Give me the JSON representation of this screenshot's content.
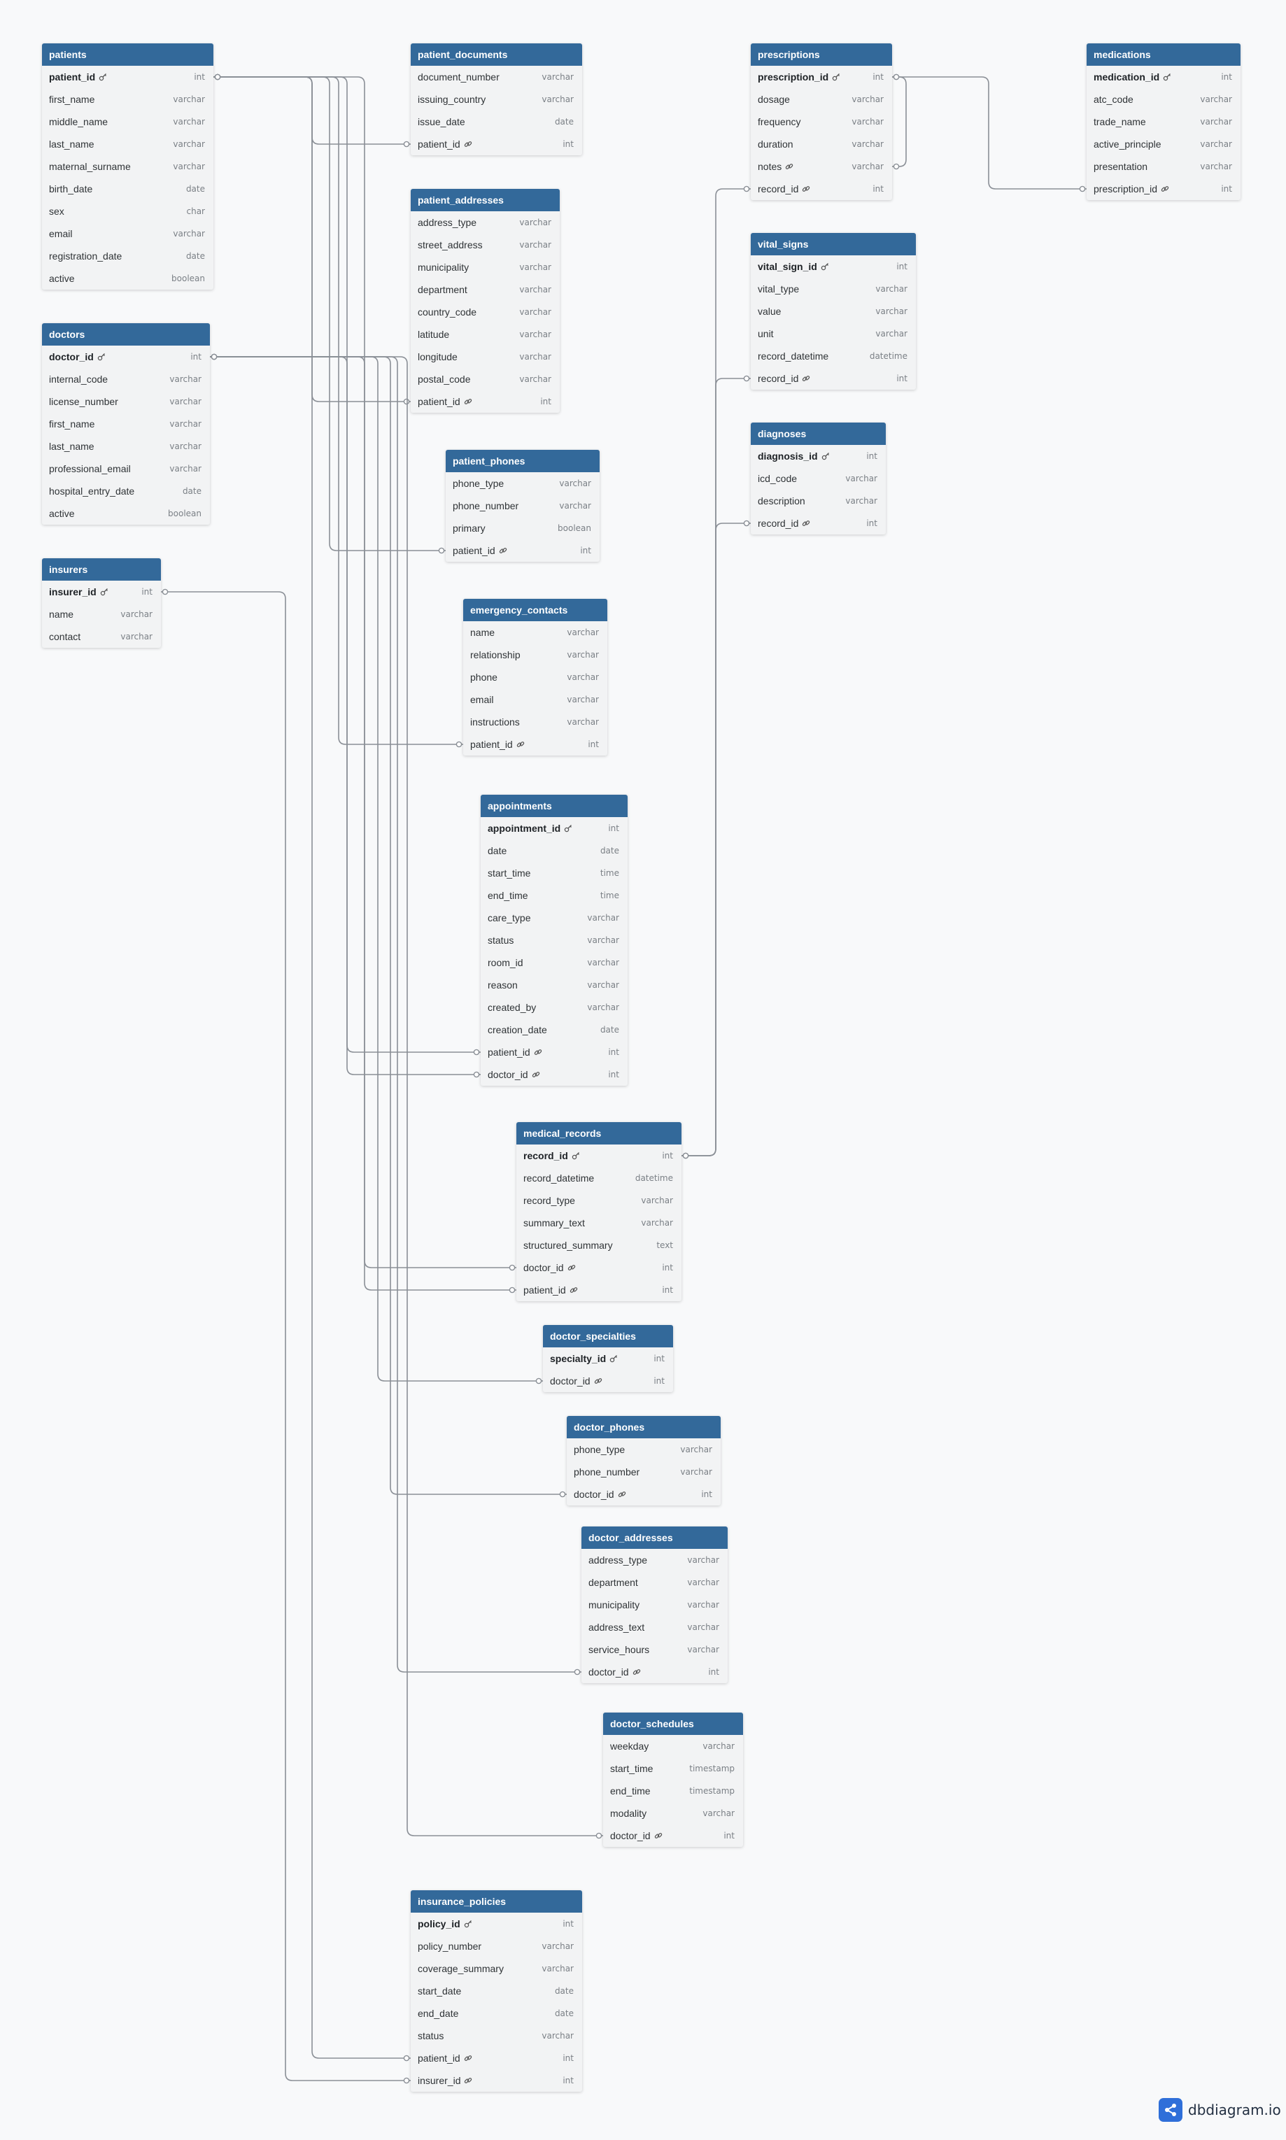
{
  "brand": {
    "label": "dbdiagram.io",
    "icon": "share-nodes-icon"
  },
  "colors": {
    "header": "#33699a",
    "body": "#f2f3f4",
    "connector": "#8a8f96",
    "background": "#f8f9fa"
  },
  "tables": [
    {
      "id": "patients",
      "name": "patients",
      "fields": [
        {
          "name": "patient_id",
          "type": "int",
          "pk": true
        },
        {
          "name": "first_name",
          "type": "varchar"
        },
        {
          "name": "middle_name",
          "type": "varchar"
        },
        {
          "name": "last_name",
          "type": "varchar"
        },
        {
          "name": "maternal_surname",
          "type": "varchar"
        },
        {
          "name": "birth_date",
          "type": "date"
        },
        {
          "name": "sex",
          "type": "char"
        },
        {
          "name": "email",
          "type": "varchar"
        },
        {
          "name": "registration_date",
          "type": "date"
        },
        {
          "name": "active",
          "type": "boolean"
        }
      ]
    },
    {
      "id": "doctors",
      "name": "doctors",
      "fields": [
        {
          "name": "doctor_id",
          "type": "int",
          "pk": true
        },
        {
          "name": "internal_code",
          "type": "varchar"
        },
        {
          "name": "license_number",
          "type": "varchar"
        },
        {
          "name": "first_name",
          "type": "varchar"
        },
        {
          "name": "last_name",
          "type": "varchar"
        },
        {
          "name": "professional_email",
          "type": "varchar"
        },
        {
          "name": "hospital_entry_date",
          "type": "date"
        },
        {
          "name": "active",
          "type": "boolean"
        }
      ]
    },
    {
      "id": "insurers",
      "name": "insurers",
      "fields": [
        {
          "name": "insurer_id",
          "type": "int",
          "pk": true
        },
        {
          "name": "name",
          "type": "varchar"
        },
        {
          "name": "contact",
          "type": "varchar"
        }
      ]
    },
    {
      "id": "patient_documents",
      "name": "patient_documents",
      "fields": [
        {
          "name": "document_number",
          "type": "varchar"
        },
        {
          "name": "issuing_country",
          "type": "varchar"
        },
        {
          "name": "issue_date",
          "type": "date"
        },
        {
          "name": "patient_id",
          "type": "int",
          "fk": true
        }
      ]
    },
    {
      "id": "patient_addresses",
      "name": "patient_addresses",
      "fields": [
        {
          "name": "address_type",
          "type": "varchar"
        },
        {
          "name": "street_address",
          "type": "varchar"
        },
        {
          "name": "municipality",
          "type": "varchar"
        },
        {
          "name": "department",
          "type": "varchar"
        },
        {
          "name": "country_code",
          "type": "varchar"
        },
        {
          "name": "latitude",
          "type": "varchar"
        },
        {
          "name": "longitude",
          "type": "varchar"
        },
        {
          "name": "postal_code",
          "type": "varchar"
        },
        {
          "name": "patient_id",
          "type": "int",
          "fk": true
        }
      ]
    },
    {
      "id": "patient_phones",
      "name": "patient_phones",
      "fields": [
        {
          "name": "phone_type",
          "type": "varchar"
        },
        {
          "name": "phone_number",
          "type": "varchar"
        },
        {
          "name": "primary",
          "type": "boolean"
        },
        {
          "name": "patient_id",
          "type": "int",
          "fk": true
        }
      ]
    },
    {
      "id": "emergency_contacts",
      "name": "emergency_contacts",
      "fields": [
        {
          "name": "name",
          "type": "varchar"
        },
        {
          "name": "relationship",
          "type": "varchar"
        },
        {
          "name": "phone",
          "type": "varchar"
        },
        {
          "name": "email",
          "type": "varchar"
        },
        {
          "name": "instructions",
          "type": "varchar"
        },
        {
          "name": "patient_id",
          "type": "int",
          "fk": true
        }
      ]
    },
    {
      "id": "appointments",
      "name": "appointments",
      "fields": [
        {
          "name": "appointment_id",
          "type": "int",
          "pk": true
        },
        {
          "name": "date",
          "type": "date"
        },
        {
          "name": "start_time",
          "type": "time"
        },
        {
          "name": "end_time",
          "type": "time"
        },
        {
          "name": "care_type",
          "type": "varchar"
        },
        {
          "name": "status",
          "type": "varchar"
        },
        {
          "name": "room_id",
          "type": "varchar"
        },
        {
          "name": "reason",
          "type": "varchar"
        },
        {
          "name": "created_by",
          "type": "varchar"
        },
        {
          "name": "creation_date",
          "type": "date"
        },
        {
          "name": "patient_id",
          "type": "int",
          "fk": true
        },
        {
          "name": "doctor_id",
          "type": "int",
          "fk": true
        }
      ]
    },
    {
      "id": "medical_records",
      "name": "medical_records",
      "fields": [
        {
          "name": "record_id",
          "type": "int",
          "pk": true
        },
        {
          "name": "record_datetime",
          "type": "datetime"
        },
        {
          "name": "record_type",
          "type": "varchar"
        },
        {
          "name": "summary_text",
          "type": "varchar"
        },
        {
          "name": "structured_summary",
          "type": "text"
        },
        {
          "name": "doctor_id",
          "type": "int",
          "fk": true
        },
        {
          "name": "patient_id",
          "type": "int",
          "fk": true
        }
      ]
    },
    {
      "id": "doctor_specialties",
      "name": "doctor_specialties",
      "fields": [
        {
          "name": "specialty_id",
          "type": "int",
          "pk": true
        },
        {
          "name": "doctor_id",
          "type": "int",
          "fk": true
        }
      ]
    },
    {
      "id": "doctor_phones",
      "name": "doctor_phones",
      "fields": [
        {
          "name": "phone_type",
          "type": "varchar"
        },
        {
          "name": "phone_number",
          "type": "varchar"
        },
        {
          "name": "doctor_id",
          "type": "int",
          "fk": true
        }
      ]
    },
    {
      "id": "doctor_addresses",
      "name": "doctor_addresses",
      "fields": [
        {
          "name": "address_type",
          "type": "varchar"
        },
        {
          "name": "department",
          "type": "varchar"
        },
        {
          "name": "municipality",
          "type": "varchar"
        },
        {
          "name": "address_text",
          "type": "varchar"
        },
        {
          "name": "service_hours",
          "type": "varchar"
        },
        {
          "name": "doctor_id",
          "type": "int",
          "fk": true
        }
      ]
    },
    {
      "id": "doctor_schedules",
      "name": "doctor_schedules",
      "fields": [
        {
          "name": "weekday",
          "type": "varchar"
        },
        {
          "name": "start_time",
          "type": "timestamp"
        },
        {
          "name": "end_time",
          "type": "timestamp"
        },
        {
          "name": "modality",
          "type": "varchar"
        },
        {
          "name": "doctor_id",
          "type": "int",
          "fk": true
        }
      ]
    },
    {
      "id": "insurance_policies",
      "name": "insurance_policies",
      "fields": [
        {
          "name": "policy_id",
          "type": "int",
          "pk": true
        },
        {
          "name": "policy_number",
          "type": "varchar"
        },
        {
          "name": "coverage_summary",
          "type": "varchar"
        },
        {
          "name": "start_date",
          "type": "date"
        },
        {
          "name": "end_date",
          "type": "date"
        },
        {
          "name": "status",
          "type": "varchar"
        },
        {
          "name": "patient_id",
          "type": "int",
          "fk": true
        },
        {
          "name": "insurer_id",
          "type": "int",
          "fk": true
        }
      ]
    },
    {
      "id": "prescriptions",
      "name": "prescriptions",
      "fields": [
        {
          "name": "prescription_id",
          "type": "int",
          "pk": true
        },
        {
          "name": "dosage",
          "type": "varchar"
        },
        {
          "name": "frequency",
          "type": "varchar"
        },
        {
          "name": "duration",
          "type": "varchar"
        },
        {
          "name": "notes",
          "type": "varchar",
          "fk": true
        },
        {
          "name": "record_id",
          "type": "int",
          "fk": true
        }
      ]
    },
    {
      "id": "vital_signs",
      "name": "vital_signs",
      "fields": [
        {
          "name": "vital_sign_id",
          "type": "int",
          "pk": true
        },
        {
          "name": "vital_type",
          "type": "varchar"
        },
        {
          "name": "value",
          "type": "varchar"
        },
        {
          "name": "unit",
          "type": "varchar"
        },
        {
          "name": "record_datetime",
          "type": "datetime"
        },
        {
          "name": "record_id",
          "type": "int",
          "fk": true
        }
      ]
    },
    {
      "id": "diagnoses",
      "name": "diagnoses",
      "fields": [
        {
          "name": "diagnosis_id",
          "type": "int",
          "pk": true
        },
        {
          "name": "icd_code",
          "type": "varchar"
        },
        {
          "name": "description",
          "type": "varchar"
        },
        {
          "name": "record_id",
          "type": "int",
          "fk": true
        }
      ]
    },
    {
      "id": "medications",
      "name": "medications",
      "fields": [
        {
          "name": "medication_id",
          "type": "int",
          "pk": true
        },
        {
          "name": "atc_code",
          "type": "varchar"
        },
        {
          "name": "trade_name",
          "type": "varchar"
        },
        {
          "name": "active_principle",
          "type": "varchar"
        },
        {
          "name": "presentation",
          "type": "varchar"
        },
        {
          "name": "prescription_id",
          "type": "int",
          "fk": true
        }
      ]
    }
  ],
  "relations": [
    {
      "from": [
        "patients",
        0
      ],
      "to": [
        "patient_documents",
        3
      ]
    },
    {
      "from": [
        "patients",
        0
      ],
      "to": [
        "patient_addresses",
        8
      ]
    },
    {
      "from": [
        "patients",
        0
      ],
      "to": [
        "patient_phones",
        3
      ]
    },
    {
      "from": [
        "patients",
        0
      ],
      "to": [
        "emergency_contacts",
        5
      ]
    },
    {
      "from": [
        "patients",
        0
      ],
      "to": [
        "appointments",
        10
      ]
    },
    {
      "from": [
        "patients",
        0
      ],
      "to": [
        "medical_records",
        6
      ]
    },
    {
      "from": [
        "patients",
        0
      ],
      "to": [
        "insurance_policies",
        6
      ]
    },
    {
      "from": [
        "doctors",
        0
      ],
      "to": [
        "appointments",
        11
      ]
    },
    {
      "from": [
        "doctors",
        0
      ],
      "to": [
        "medical_records",
        5
      ]
    },
    {
      "from": [
        "doctors",
        0
      ],
      "to": [
        "doctor_specialties",
        1
      ]
    },
    {
      "from": [
        "doctors",
        0
      ],
      "to": [
        "doctor_phones",
        2
      ]
    },
    {
      "from": [
        "doctors",
        0
      ],
      "to": [
        "doctor_addresses",
        5
      ]
    },
    {
      "from": [
        "doctors",
        0
      ],
      "to": [
        "doctor_schedules",
        4
      ]
    },
    {
      "from": [
        "insurers",
        0
      ],
      "to": [
        "insurance_policies",
        7
      ]
    },
    {
      "from": [
        "medical_records",
        0
      ],
      "to": [
        "prescriptions",
        5
      ]
    },
    {
      "from": [
        "medical_records",
        0
      ],
      "to": [
        "vital_signs",
        5
      ]
    },
    {
      "from": [
        "medical_records",
        0
      ],
      "to": [
        "diagnoses",
        3
      ]
    },
    {
      "from": [
        "prescriptions",
        0
      ],
      "to": [
        "prescriptions",
        4
      ]
    },
    {
      "from": [
        "prescriptions",
        0
      ],
      "to": [
        "medications",
        5
      ]
    }
  ]
}
